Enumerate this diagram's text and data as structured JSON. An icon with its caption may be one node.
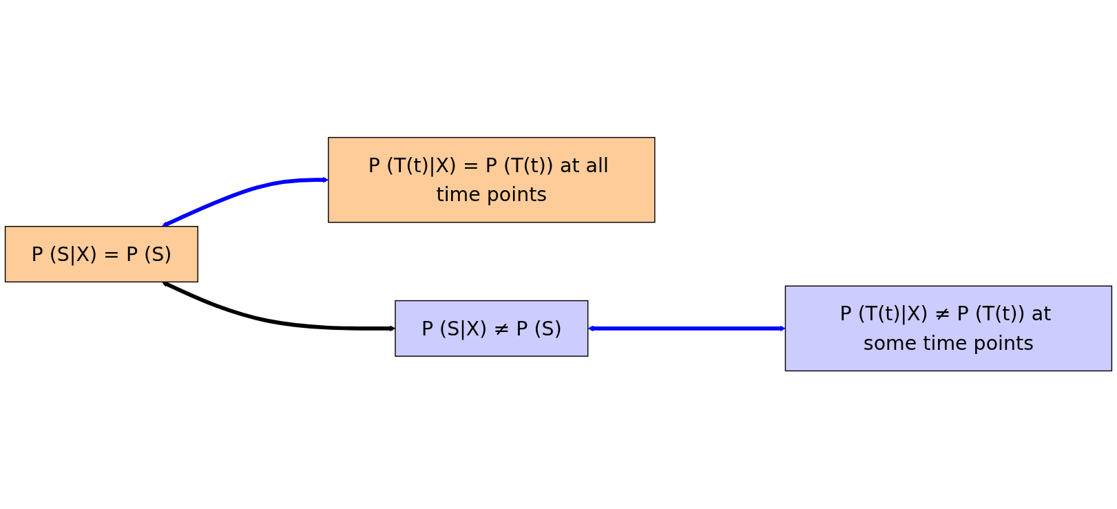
{
  "diagram": {
    "nodes": [
      {
        "text": [
          "P (S|X) = P (S)"
        ]
      },
      {
        "text": [
          "P (T(t)|X) = P (T(t)) at all time points"
        ]
      },
      {
        "text": [
          "P (S|X) ≠ P (S)"
        ]
      },
      {
        "text": [
          "P (T(t)|X) ≠ P (T(t)) at some time points"
        ]
      }
    ],
    "edges": [
      {
        "from": 0,
        "to": 1,
        "arrow": "both"
      },
      {
        "from": 0,
        "to": 2,
        "arrow": "both",
        "color": "#000000"
      },
      {
        "from": 2,
        "to": 3,
        "arrow": "both"
      }
    ]
  }
}
